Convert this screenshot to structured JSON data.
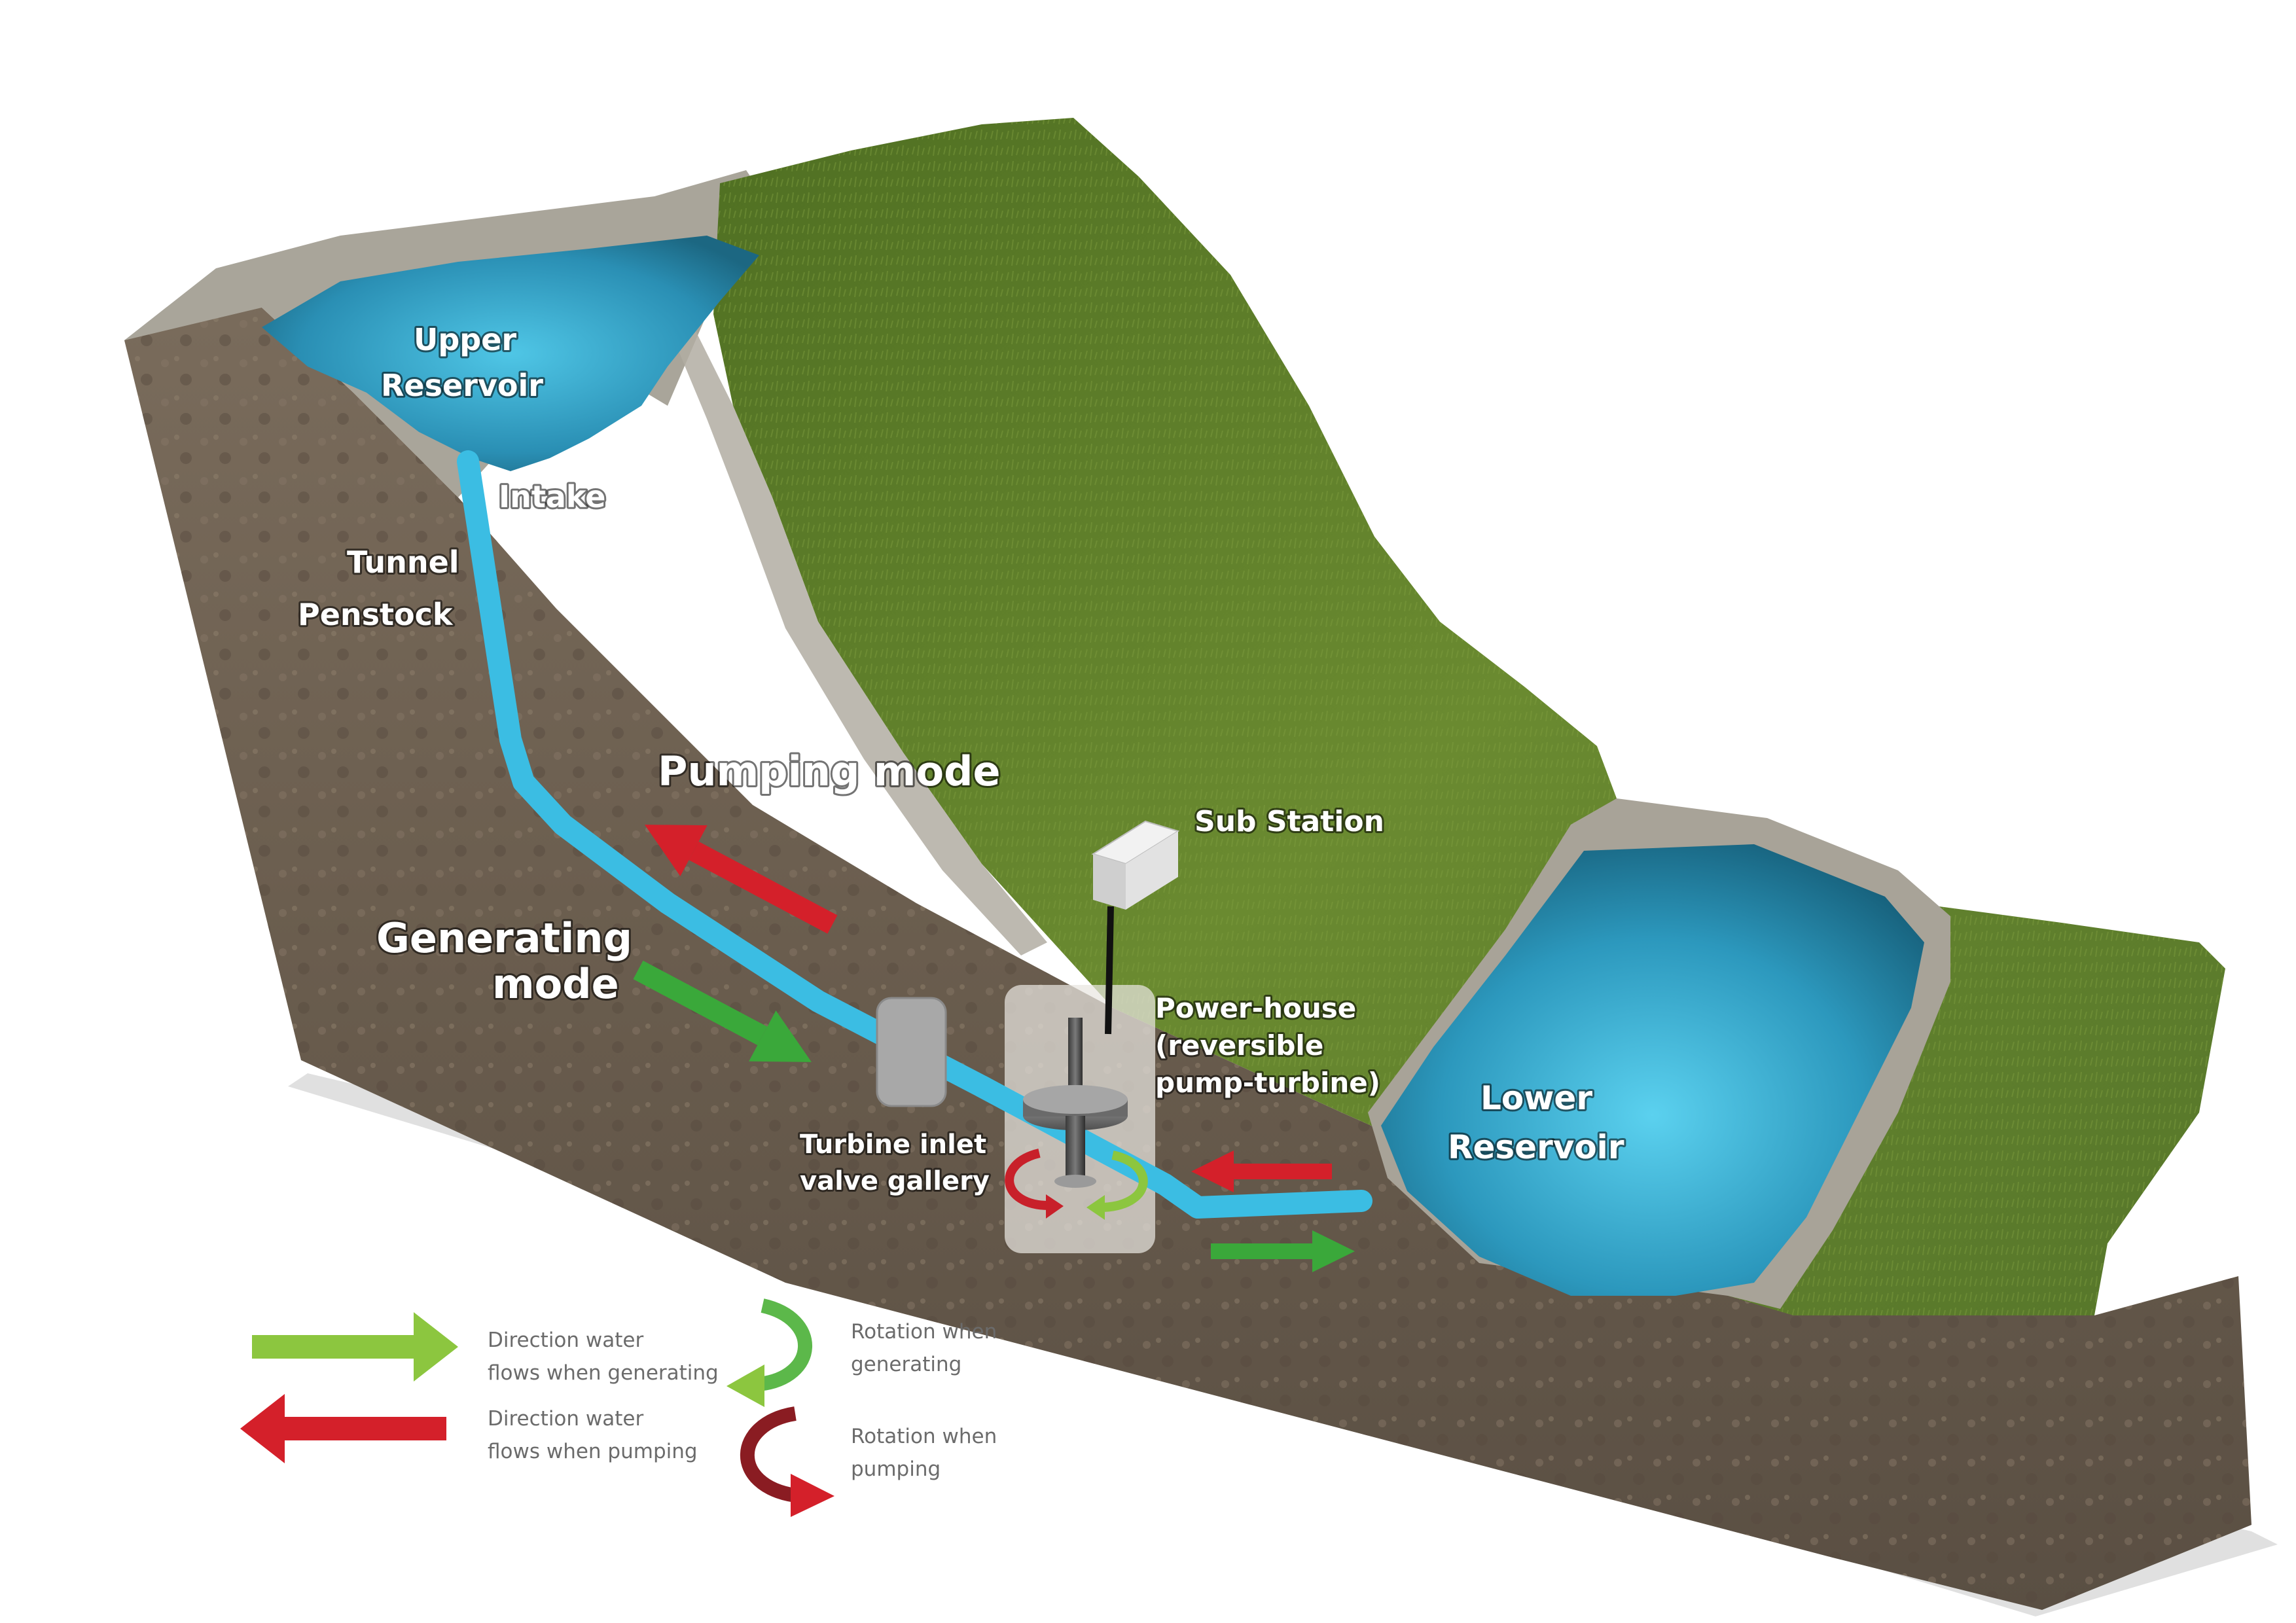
{
  "labels": {
    "upper_reservoir": [
      "Upper",
      "Reservoir"
    ],
    "intake": "Intake",
    "tunnel_penstock": [
      "Tunnel",
      "Penstock"
    ],
    "pumping_mode": "Pumping mode",
    "generating_mode": [
      "Generating",
      "mode"
    ],
    "sub_station": "Sub Station",
    "power_house": [
      "Power-house",
      "(reversible",
      "pump-turbine)"
    ],
    "turbine_inlet": [
      "Turbine inlet",
      "valve gallery"
    ],
    "lower_reservoir": [
      "Lower",
      "Reservoir"
    ]
  },
  "legend": {
    "flow_generating": [
      "Direction water",
      "flows when generating"
    ],
    "flow_pumping": [
      "Direction water",
      "flows when pumping"
    ],
    "rotation_generating": [
      "Rotation when",
      "generating"
    ],
    "rotation_pumping": [
      "Rotation when",
      "pumping"
    ]
  },
  "colors": {
    "water_pipe": "#3bbde3",
    "generating_arrow": "#3aa83a",
    "pumping_arrow": "#d4202a",
    "grass": "#5a7a2a",
    "rock": "#6e6152"
  }
}
